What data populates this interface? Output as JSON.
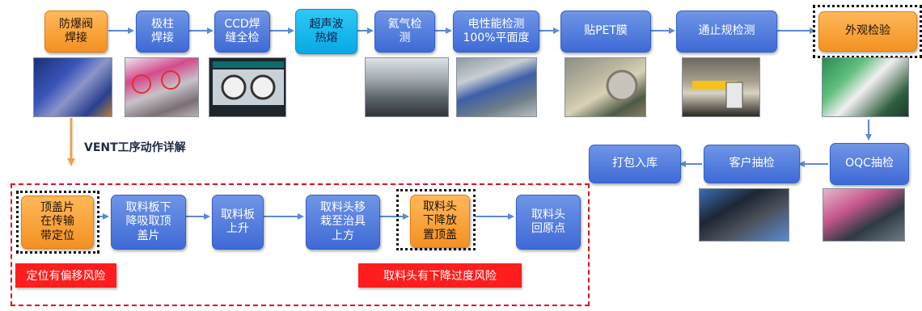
{
  "top_steps": [
    {
      "label": "防爆阀\n焊接",
      "style": "orange"
    },
    {
      "label": "极柱\n焊接",
      "style": "blue"
    },
    {
      "label": "CCD焊\n缝全检",
      "style": "blue"
    },
    {
      "label": "超声波\n热熔",
      "style": "cyan"
    },
    {
      "label": "氦气检\n测",
      "style": "blue"
    },
    {
      "label": "电性能检测\n100%平面度",
      "style": "blue"
    },
    {
      "label": "贴PET膜",
      "style": "blue"
    },
    {
      "label": "通止规检测",
      "style": "blue"
    },
    {
      "label": "外观检验",
      "style": "orange"
    }
  ],
  "right_steps": [
    {
      "label": "OQC抽检",
      "style": "blue"
    },
    {
      "label": "客户抽检",
      "style": "blue"
    },
    {
      "label": "打包入库",
      "style": "blue"
    }
  ],
  "vent_caption": "VENT工序动作详解",
  "vent_steps": [
    {
      "label": "顶盖片\n在传输\n带定位",
      "style": "orange"
    },
    {
      "label": "取料板下\n降吸取顶\n盖片",
      "style": "blue"
    },
    {
      "label": "取料板\n上升",
      "style": "blue"
    },
    {
      "label": "取料头移\n栽至治具\n上方",
      "style": "blue"
    },
    {
      "label": "取料头\n下降放\n置顶盖",
      "style": "orange"
    },
    {
      "label": "取料头\n回原点",
      "style": "blue"
    }
  ],
  "risks": [
    "定位有偏移风险",
    "取料头有下降过度风险"
  ],
  "colors": {
    "blue": "#4a76dc",
    "cyan": "#12b4ea",
    "orange": "#f7a03a",
    "risk_red": "#ff1d1d",
    "frame_red": "#e0121a",
    "arrow_blue": "#5b8ad6",
    "arrow_orange": "#f0a050"
  }
}
